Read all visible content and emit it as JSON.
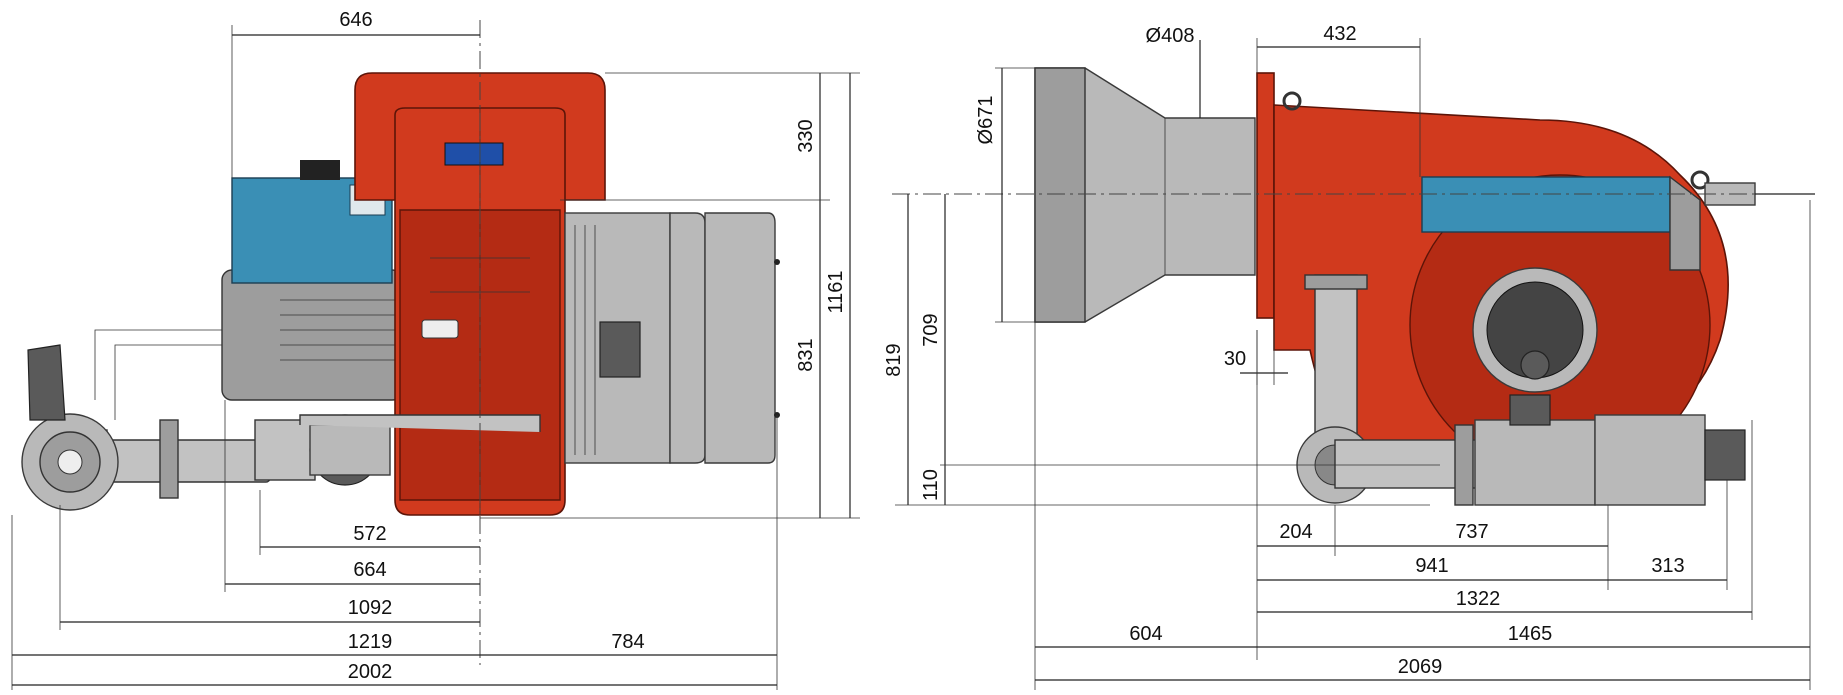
{
  "diagram": {
    "side_view": {
      "dimensions": {
        "top_width": "646",
        "height_upper": "330",
        "height_lower": "831",
        "height_total": "1161",
        "left_572": "572",
        "left_664": "664",
        "left_1092": "1092",
        "left_1219": "1219",
        "right_784": "784",
        "total_2002": "2002"
      }
    },
    "front_view": {
      "dimensions": {
        "head_diameter": "Ø408",
        "flange_diameter": "Ø671",
        "top_432": "432",
        "height_819": "819",
        "height_709": "709",
        "height_110": "110",
        "gap_30": "30",
        "b_204": "204",
        "b_737": "737",
        "b_941": "941",
        "b_313": "313",
        "b_1322": "1322",
        "b_604": "604",
        "b_1465": "1465",
        "total_2069": "2069"
      }
    },
    "colors": {
      "housing": "#d13a1e",
      "control_panel": "#3a8fb5",
      "steel": "#b9b9b9"
    }
  }
}
